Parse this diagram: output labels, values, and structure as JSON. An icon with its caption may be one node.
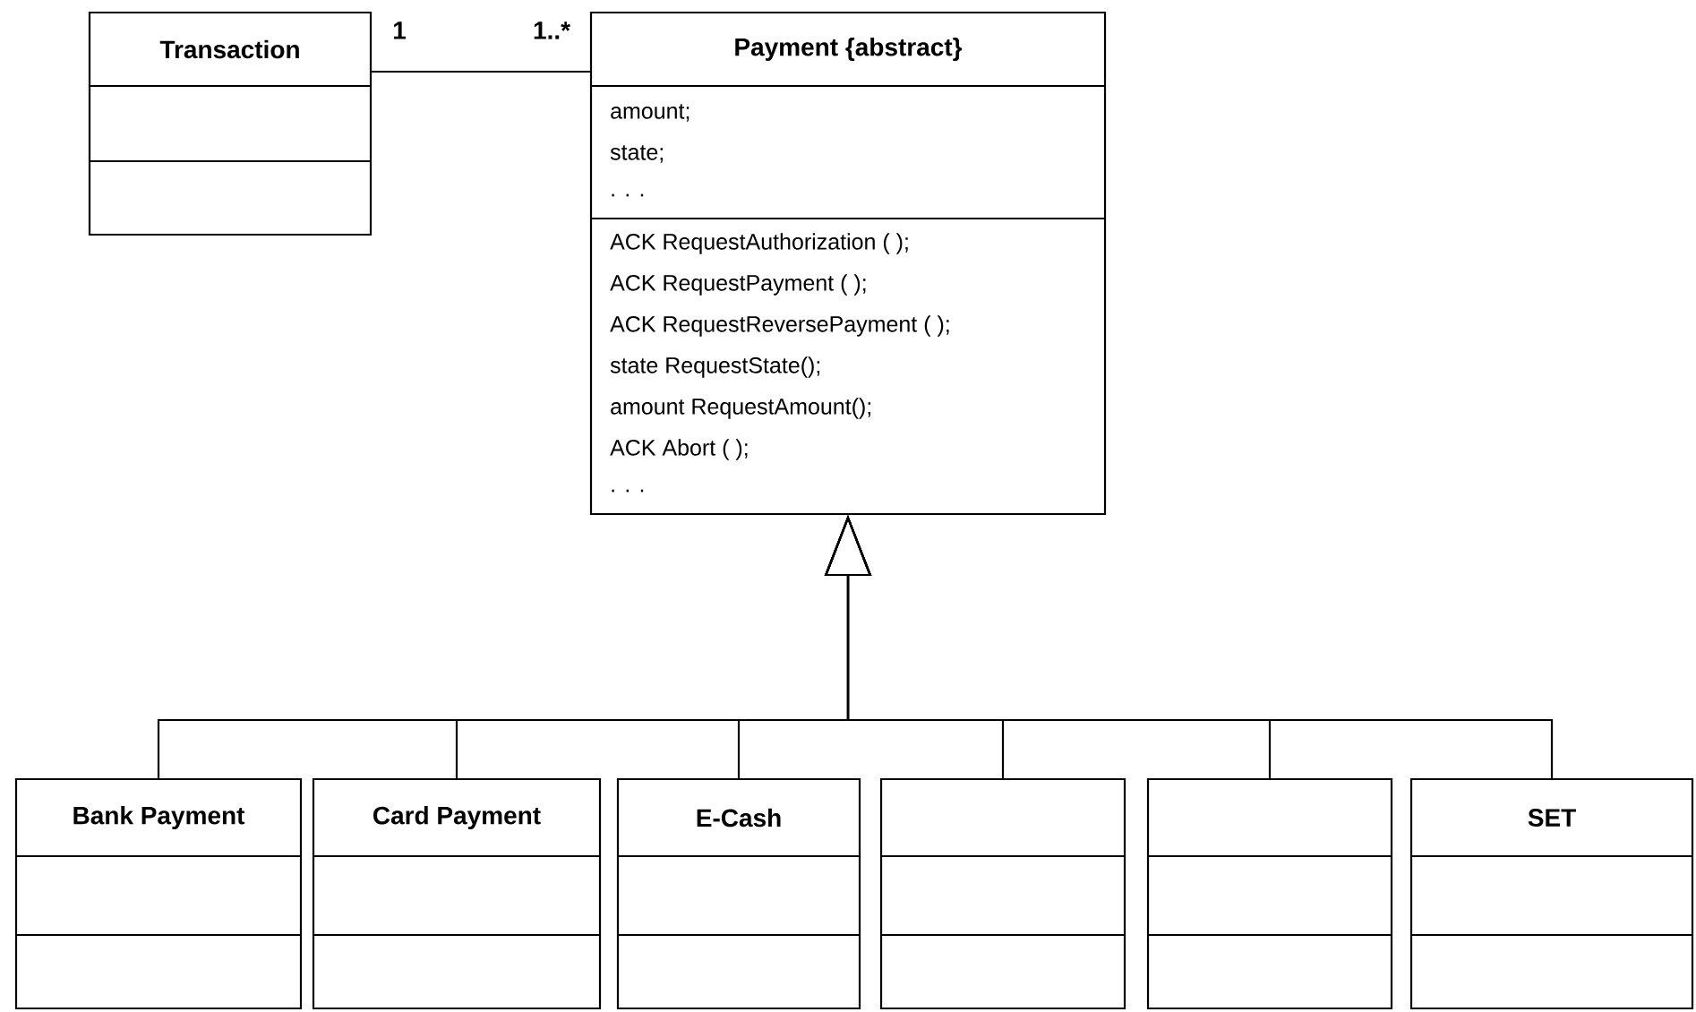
{
  "diagram": {
    "nodes": [
      {
        "text": [
          "Transaction"
        ],
        "beside": [
          "1"
        ]
      },
      {
        "text": [
          "Payment {abstract}",
          "amount;",
          "state;",
          ". . .",
          "ACK RequestAuthorization ( );",
          "ACK RequestPayment ( );",
          "ACK RequestReversePayment ( );",
          "state  RequestState();",
          "amount RequestAmount();",
          "ACK Abort ( );",
          ". . ."
        ],
        "beside": [
          "1..*"
        ]
      },
      {
        "text": [
          "Bank Payment"
        ]
      },
      {
        "text": [
          "Card Payment"
        ]
      },
      {
        "text": [
          "E-Cash"
        ]
      },
      {
        "text": [],
        "shape": "box"
      },
      {
        "text": [],
        "shape": "box"
      },
      {
        "text": [
          "SET"
        ]
      }
    ],
    "edges": [
      {
        "from": 0,
        "to": 1,
        "arrow": "none"
      },
      {
        "from": 2,
        "to": 1,
        "arrow": "to"
      },
      {
        "from": 3,
        "to": 1,
        "arrow": "to"
      },
      {
        "from": 4,
        "to": 1,
        "arrow": "to"
      },
      {
        "from": 5,
        "to": 1,
        "arrow": "to"
      },
      {
        "from": 6,
        "to": 1,
        "arrow": "to"
      },
      {
        "from": 7,
        "to": 1,
        "arrow": "to"
      }
    ]
  }
}
